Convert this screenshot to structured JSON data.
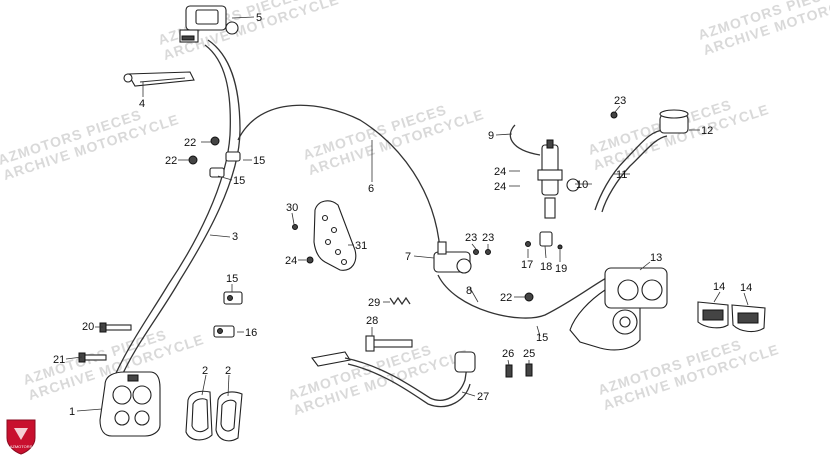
{
  "watermarks": [
    {
      "line1": "AZMOTORS PIECES",
      "line2": "ARCHIVE MOTORCYCLE"
    },
    {
      "line1": "AZMOTORS PIECES",
      "line2": "ARCHIVE MOTORCYCLE"
    },
    {
      "line1": "AZMOTORS PIECES",
      "line2": "ARCHIVE MOTORCYCLE"
    },
    {
      "line1": "AZMOTORS PIECES",
      "line2": "ARCHIVE MOTORCYCLE"
    },
    {
      "line1": "AZMOTORS PIECES",
      "line2": "ARCHIVE MOTORCYCLE"
    },
    {
      "line1": "AZMOTORS PIECES",
      "line2": "ARCHIVE MOTORCYCLE"
    },
    {
      "line1": "AZMOTORS PIECES",
      "line2": "ARCHIVE MOTORCYCLE"
    },
    {
      "line1": "AZMOTORS PIECES",
      "line2": "ARCHIVE MOTORCYCLE"
    }
  ],
  "logo": {
    "text": "AZMOTORS",
    "color": "#c8102e"
  },
  "callouts": [
    {
      "id": "c1",
      "label": "1"
    },
    {
      "id": "c2a",
      "label": "2"
    },
    {
      "id": "c2b",
      "label": "2"
    },
    {
      "id": "c3",
      "label": "3"
    },
    {
      "id": "c4",
      "label": "4"
    },
    {
      "id": "c5",
      "label": "5"
    },
    {
      "id": "c6",
      "label": "6"
    },
    {
      "id": "c7",
      "label": "7"
    },
    {
      "id": "c8",
      "label": "8"
    },
    {
      "id": "c9",
      "label": "9"
    },
    {
      "id": "c10",
      "label": "10"
    },
    {
      "id": "c11",
      "label": "11"
    },
    {
      "id": "c12",
      "label": "12"
    },
    {
      "id": "c13",
      "label": "13"
    },
    {
      "id": "c14a",
      "label": "14"
    },
    {
      "id": "c14b",
      "label": "14"
    },
    {
      "id": "c15a",
      "label": "15"
    },
    {
      "id": "c15b",
      "label": "15"
    },
    {
      "id": "c15c",
      "label": "15"
    },
    {
      "id": "c15d",
      "label": "15"
    },
    {
      "id": "c16",
      "label": "16"
    },
    {
      "id": "c17",
      "label": "17"
    },
    {
      "id": "c18",
      "label": "18"
    },
    {
      "id": "c19",
      "label": "19"
    },
    {
      "id": "c20",
      "label": "20"
    },
    {
      "id": "c21",
      "label": "21"
    },
    {
      "id": "c22a",
      "label": "22"
    },
    {
      "id": "c22b",
      "label": "22"
    },
    {
      "id": "c22c",
      "label": "22"
    },
    {
      "id": "c23a",
      "label": "23"
    },
    {
      "id": "c23b",
      "label": "23"
    },
    {
      "id": "c23c",
      "label": "23"
    },
    {
      "id": "c24a",
      "label": "24"
    },
    {
      "id": "c24b",
      "label": "24"
    },
    {
      "id": "c24c",
      "label": "24"
    },
    {
      "id": "c25",
      "label": "25"
    },
    {
      "id": "c26",
      "label": "26"
    },
    {
      "id": "c27",
      "label": "27"
    },
    {
      "id": "c28",
      "label": "28"
    },
    {
      "id": "c29",
      "label": "29"
    },
    {
      "id": "c30",
      "label": "30"
    },
    {
      "id": "c31",
      "label": "31"
    }
  ]
}
